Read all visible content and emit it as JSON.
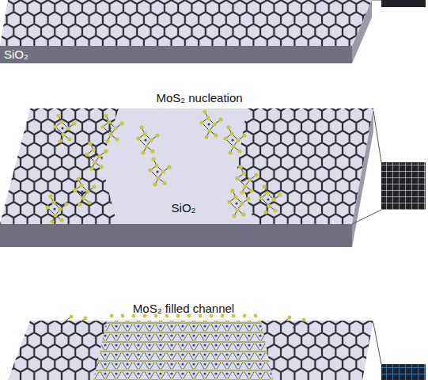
{
  "diagram": {
    "labels": [
      "SiO₂",
      "MoS₂ nucleation",
      "SiO₂",
      "MoS₂ filled channel"
    ]
  }
}
